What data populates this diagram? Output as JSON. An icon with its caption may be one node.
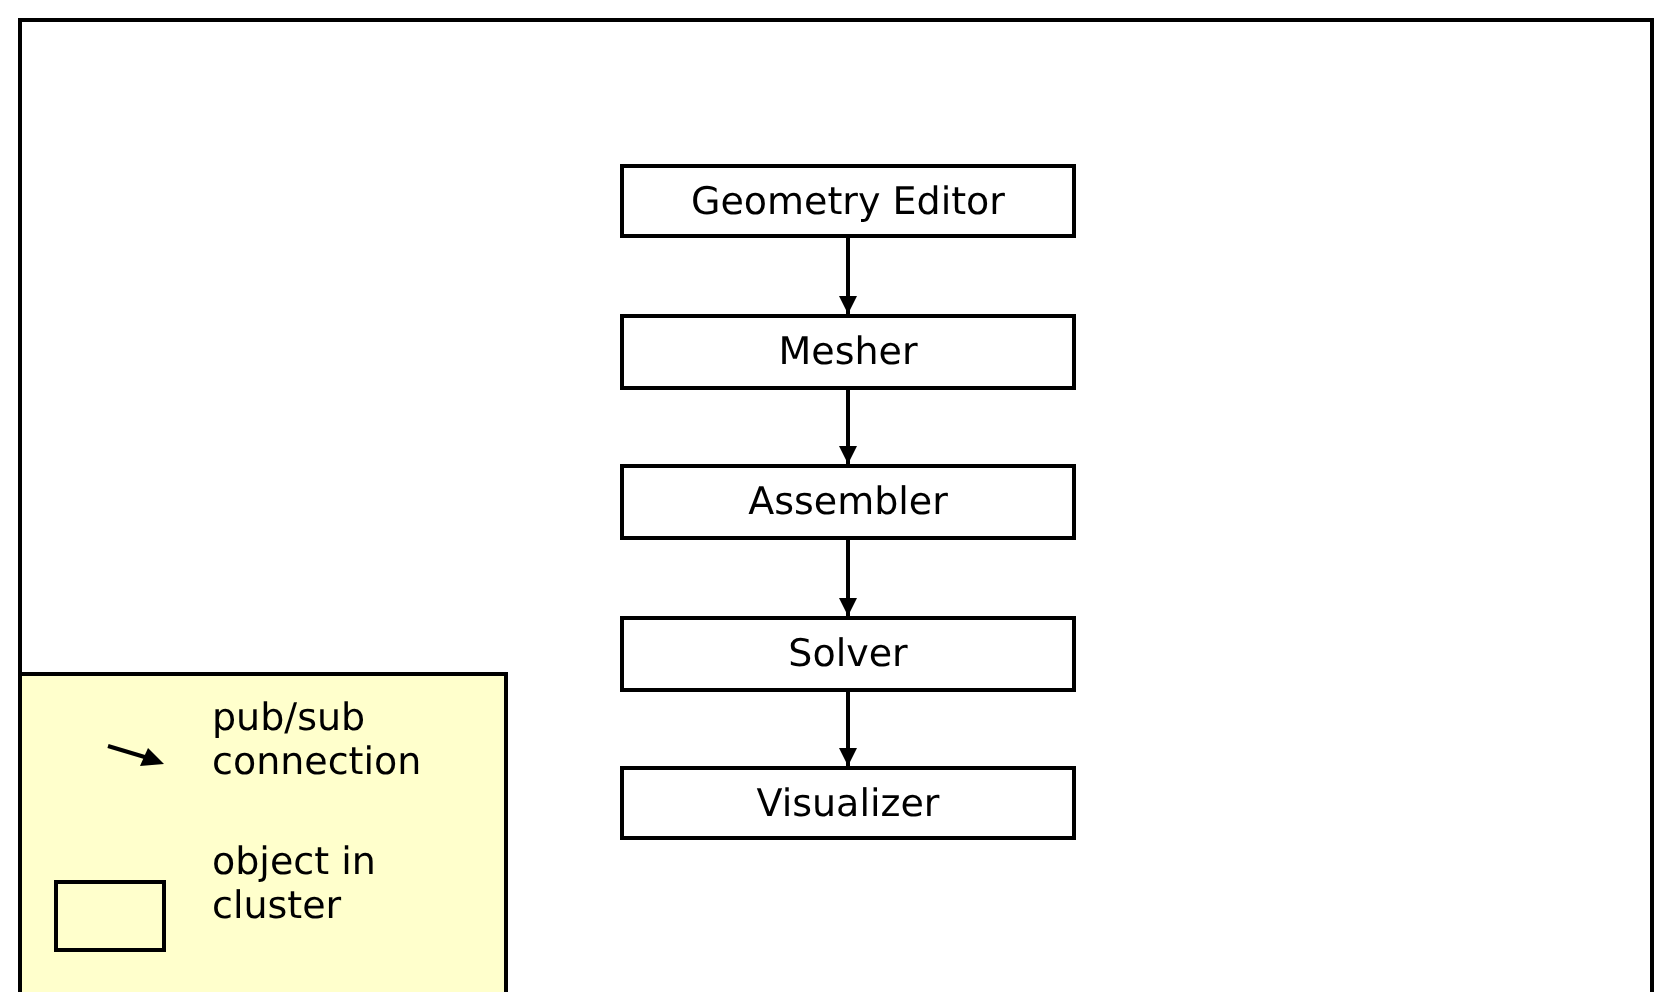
{
  "diagram": {
    "nodes": [
      {
        "text": [
          "Geometry Editor"
        ]
      },
      {
        "text": [
          "Mesher"
        ]
      },
      {
        "text": [
          "Assembler"
        ]
      },
      {
        "text": [
          "Solver"
        ]
      },
      {
        "text": [
          "Visualizer"
        ]
      }
    ],
    "edges": [
      {
        "from": 0,
        "to": 1,
        "arrow": "to"
      },
      {
        "from": 1,
        "to": 2,
        "arrow": "to"
      },
      {
        "from": 2,
        "to": 3,
        "arrow": "to"
      },
      {
        "from": 3,
        "to": 4,
        "arrow": "to"
      }
    ],
    "legend": [
      {
        "text": "pub/sub connection"
      },
      {
        "text": "object in cluster"
      }
    ]
  }
}
